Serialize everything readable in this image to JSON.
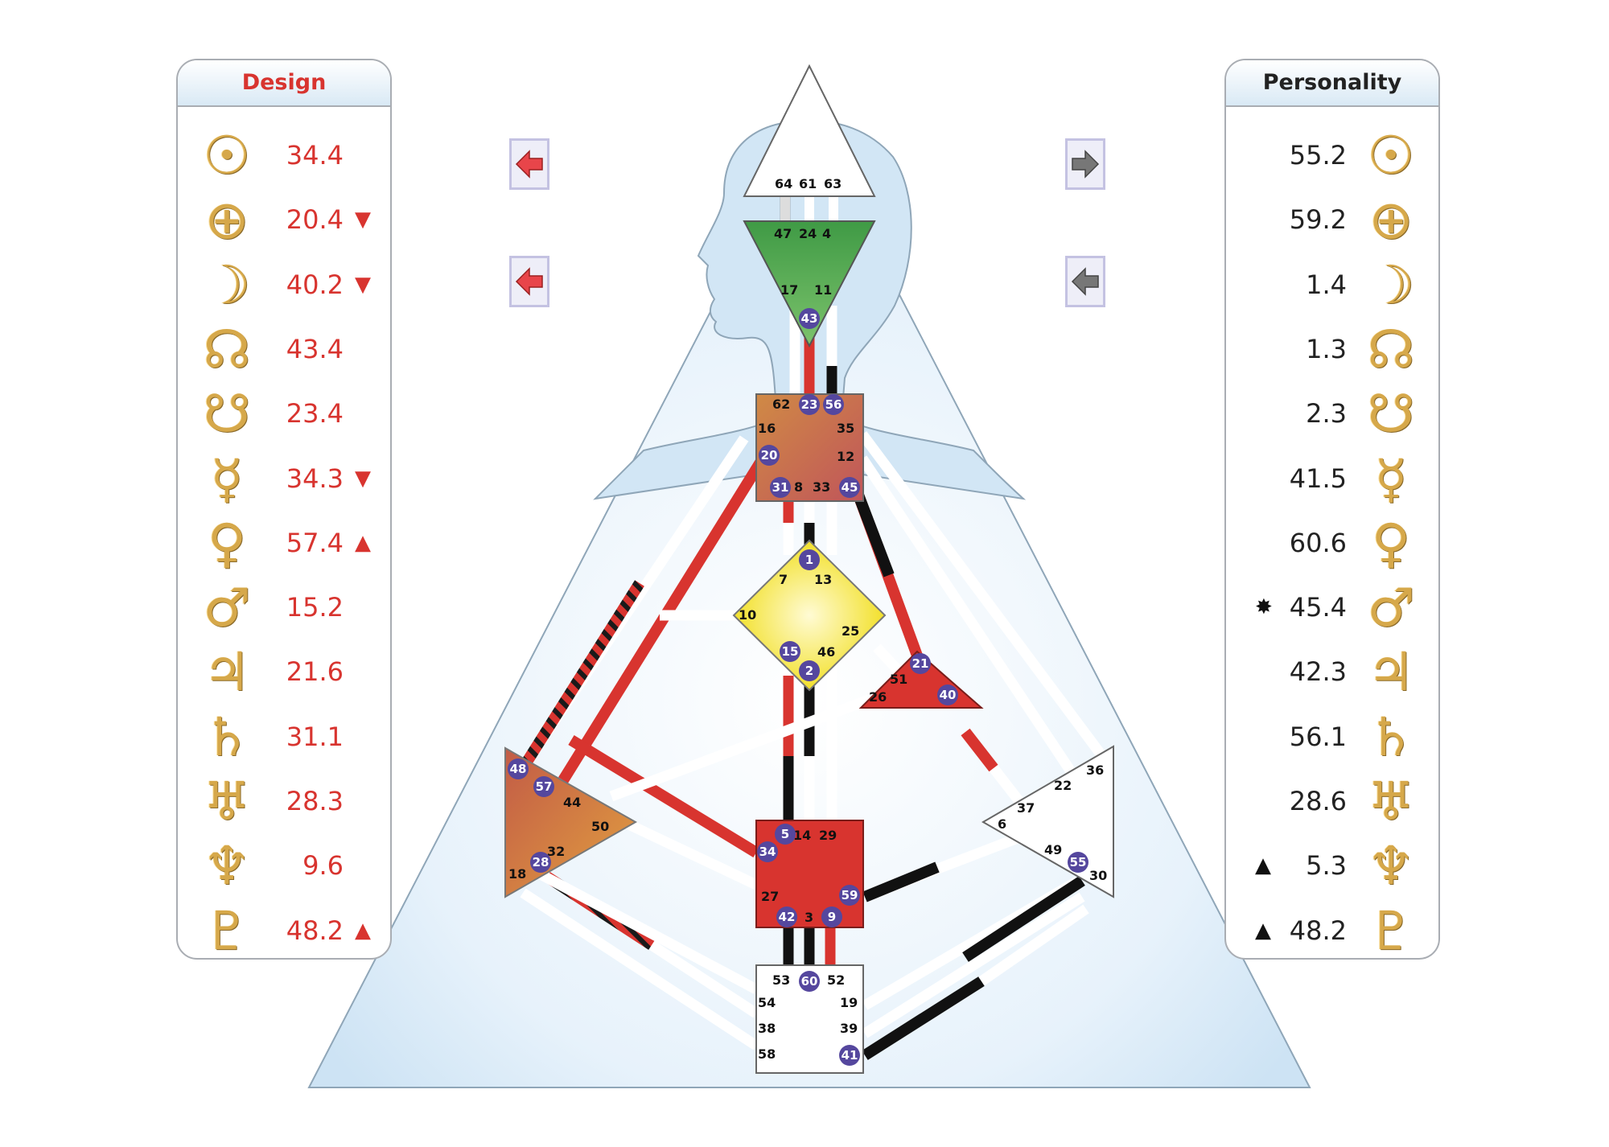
{
  "design": {
    "title": "Design",
    "rows": [
      {
        "planet": "sun-icon",
        "glyph": "☉",
        "value": "34.4",
        "mark": ""
      },
      {
        "planet": "earth-icon",
        "glyph": "⊕",
        "value": "20.4",
        "mark": "▼"
      },
      {
        "planet": "moon-icon",
        "glyph": "☽",
        "value": "40.2",
        "mark": "▼"
      },
      {
        "planet": "north-node-icon",
        "glyph": "☊",
        "value": "43.4",
        "mark": ""
      },
      {
        "planet": "south-node-icon",
        "glyph": "☋",
        "value": "23.4",
        "mark": ""
      },
      {
        "planet": "mercury-icon",
        "glyph": "☿",
        "value": "34.3",
        "mark": "▼"
      },
      {
        "planet": "venus-icon",
        "glyph": "♀",
        "value": "57.4",
        "mark": "▲"
      },
      {
        "planet": "mars-icon",
        "glyph": "♂",
        "value": "15.2",
        "mark": ""
      },
      {
        "planet": "jupiter-icon",
        "glyph": "♃",
        "value": "21.6",
        "mark": ""
      },
      {
        "planet": "saturn-icon",
        "glyph": "♄",
        "value": "31.1",
        "mark": ""
      },
      {
        "planet": "uranus-icon",
        "glyph": "♅",
        "value": "28.3",
        "mark": ""
      },
      {
        "planet": "neptune-icon",
        "glyph": "♆",
        "value": "9.6",
        "mark": ""
      },
      {
        "planet": "pluto-icon",
        "glyph": "♇",
        "value": "48.2",
        "mark": "▲"
      }
    ]
  },
  "personality": {
    "title": "Personality",
    "rows": [
      {
        "planet": "sun-icon",
        "glyph": "☉",
        "value": "55.2",
        "mark": ""
      },
      {
        "planet": "earth-icon",
        "glyph": "⊕",
        "value": "59.2",
        "mark": ""
      },
      {
        "planet": "moon-icon",
        "glyph": "☽",
        "value": "1.4",
        "mark": ""
      },
      {
        "planet": "north-node-icon",
        "glyph": "☊",
        "value": "1.3",
        "mark": ""
      },
      {
        "planet": "south-node-icon",
        "glyph": "☋",
        "value": "2.3",
        "mark": ""
      },
      {
        "planet": "mercury-icon",
        "glyph": "☿",
        "value": "41.5",
        "mark": ""
      },
      {
        "planet": "venus-icon",
        "glyph": "♀",
        "value": "60.6",
        "mark": ""
      },
      {
        "planet": "mars-icon",
        "glyph": "♂",
        "value": "45.4",
        "mark": "✸"
      },
      {
        "planet": "jupiter-icon",
        "glyph": "♃",
        "value": "42.3",
        "mark": ""
      },
      {
        "planet": "saturn-icon",
        "glyph": "♄",
        "value": "56.1",
        "mark": ""
      },
      {
        "planet": "uranus-icon",
        "glyph": "♅",
        "value": "28.6",
        "mark": ""
      },
      {
        "planet": "neptune-icon",
        "glyph": "♆",
        "value": "5.3",
        "mark": "▲"
      },
      {
        "planet": "pluto-icon",
        "glyph": "♇",
        "value": "48.2",
        "mark": "▲"
      }
    ]
  },
  "navigation": [
    {
      "name": "design-back-arrow-1",
      "direction": "left",
      "color": "#e8454a"
    },
    {
      "name": "design-back-arrow-2",
      "direction": "left",
      "color": "#e8454a"
    },
    {
      "name": "personality-forward-arrow",
      "direction": "right",
      "color": "#777777"
    },
    {
      "name": "personality-back-arrow",
      "direction": "left",
      "color": "#777777"
    }
  ],
  "colors": {
    "design": "#d8342f",
    "personality": "#111111",
    "head_center": "#ffffff",
    "ajna_center": "#5aa74e",
    "throat_center": "#c27b48",
    "g_center": "#f5e63a",
    "heart_center": "#d8342f",
    "sacral_center": "#d8342f",
    "spleen_center": "#c8773e",
    "solar_plexus_center": "#ffffff",
    "root_center": "#ffffff",
    "gate_circle": "#55479e"
  },
  "centers": [
    {
      "name": "head",
      "gates": [
        "64",
        "61",
        "63"
      ]
    },
    {
      "name": "ajna",
      "gates": [
        "47",
        "24",
        "4",
        "17",
        "11",
        "43"
      ]
    },
    {
      "name": "throat",
      "gates": [
        "62",
        "23",
        "56",
        "16",
        "35",
        "20",
        "12",
        "31",
        "8",
        "33",
        "45"
      ]
    },
    {
      "name": "g",
      "gates": [
        "1",
        "7",
        "13",
        "10",
        "25",
        "15",
        "46",
        "2"
      ]
    },
    {
      "name": "heart",
      "gates": [
        "21",
        "51",
        "26",
        "40"
      ]
    },
    {
      "name": "spleen",
      "gates": [
        "48",
        "57",
        "44",
        "50",
        "32",
        "28",
        "18"
      ]
    },
    {
      "name": "sacral",
      "gates": [
        "5",
        "14",
        "29",
        "34",
        "27",
        "59",
        "42",
        "3",
        "9"
      ]
    },
    {
      "name": "solar-plexus",
      "gates": [
        "36",
        "22",
        "37",
        "6",
        "49",
        "55",
        "30"
      ]
    },
    {
      "name": "root",
      "gates": [
        "53",
        "60",
        "52",
        "54",
        "19",
        "38",
        "39",
        "58",
        "41"
      ]
    }
  ],
  "activated_gates": [
    "43",
    "23",
    "56",
    "20",
    "31",
    "45",
    "1",
    "15",
    "2",
    "21",
    "40",
    "48",
    "57",
    "28",
    "5",
    "34",
    "59",
    "42",
    "9",
    "55",
    "60",
    "41"
  ]
}
